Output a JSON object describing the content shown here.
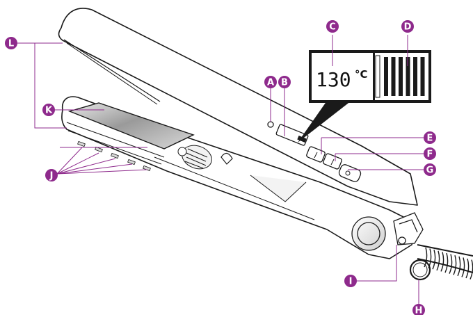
{
  "display": {
    "temperature": "130",
    "unit": "°C",
    "heat_level_bars": 6
  },
  "callouts": [
    {
      "id": "A",
      "letter": "A"
    },
    {
      "id": "B",
      "letter": "B"
    },
    {
      "id": "C",
      "letter": "C"
    },
    {
      "id": "D",
      "letter": "D"
    },
    {
      "id": "E",
      "letter": "E"
    },
    {
      "id": "F",
      "letter": "F"
    },
    {
      "id": "G",
      "letter": "G"
    },
    {
      "id": "H",
      "letter": "H"
    },
    {
      "id": "I",
      "letter": "I"
    },
    {
      "id": "J",
      "letter": "J"
    },
    {
      "id": "K",
      "letter": "K"
    },
    {
      "id": "L",
      "letter": "L"
    }
  ],
  "colors": {
    "callout": "#8e2a8c",
    "outline": "#1a1a1a",
    "plate": "#bfbfbf"
  }
}
